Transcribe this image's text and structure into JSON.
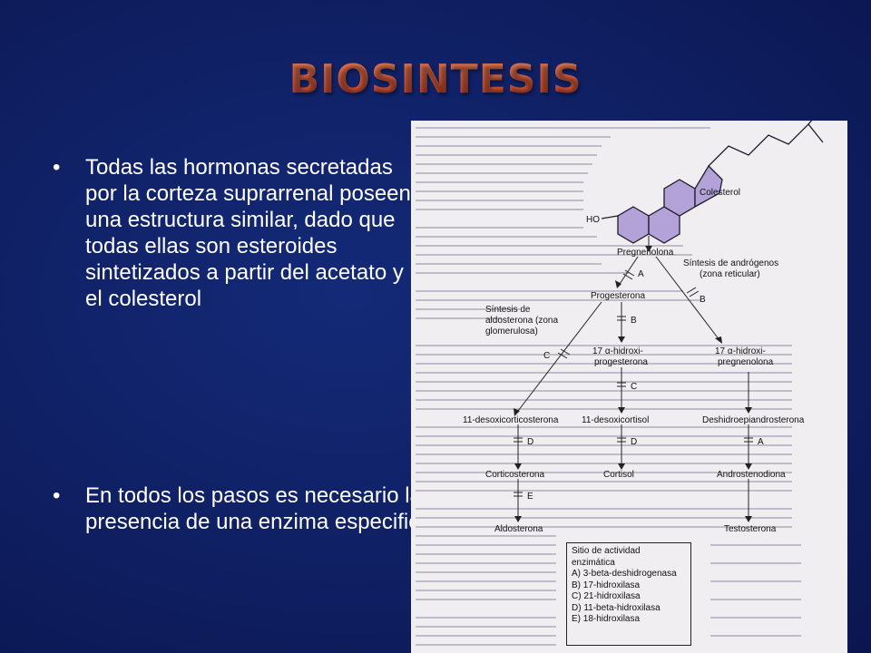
{
  "slide": {
    "title": "BIOSINTESIS",
    "bullets": [
      {
        "dot": "•",
        "text": "Todas las hormonas secretadas por la corteza suprarrenal poseen una estructura similar, dado que todas ellas son esteroides sintetizados a partir del acetato y el colesterol"
      },
      {
        "dot": "•",
        "text": "En todos los pasos es necesario la presencia de una enzima especifica"
      }
    ]
  },
  "figure": {
    "molecule": {
      "ho": "HO",
      "name": "Colesterol"
    },
    "nodes": {
      "pregnenolona": "Pregnenolona",
      "sintesis_androgenos_1": "Síntesis de andrógenos",
      "sintesis_androgenos_2": "(zona reticular)",
      "progesterona": "Progesterona",
      "sintesis_aldo_1": "Síntesis de",
      "sintesis_aldo_2": "aldosterona (zona",
      "sintesis_aldo_3": "glomerulosa)",
      "hidroxiprog_1": "17 α-hidroxi-",
      "hidroxiprog_2": "progesterona",
      "hidroxipreg_1": "17  α-hidroxi-",
      "hidroxipreg_2": "pregnenolona",
      "desoxicorticosterona": "11-desoxicorticosterona",
      "desoxicortisol": "11-desoxicortisol",
      "dhea": "Deshidroepiandrosterona",
      "corticosterona": "Corticosterona",
      "cortisol": "Cortisol",
      "androstenodiona": "Androstenodiona",
      "aldosterona": "Aldosterona",
      "testosterona": "Testosterona"
    },
    "enzyme_letters": {
      "a1": "A",
      "b1": "B",
      "b2": "B",
      "c1": "C",
      "c2": "C",
      "d1": "D",
      "d2": "D",
      "a2": "A",
      "e1": "E"
    },
    "legend": {
      "title_1": "Sitio de actividad",
      "title_2": "enzimática",
      "items": [
        "A) 3-beta-deshidrogenasa",
        "B) 17-hidroxilasa",
        "C) 21-hidroxilasa",
        "D) 11-beta-hidroxilasa",
        "E) 18-hidroxilasa"
      ]
    },
    "colors": {
      "ring_fill": "#b2a2d8",
      "ring_stroke": "#1c1c28",
      "title": "#c1452a",
      "background": "#0f1f62"
    }
  }
}
